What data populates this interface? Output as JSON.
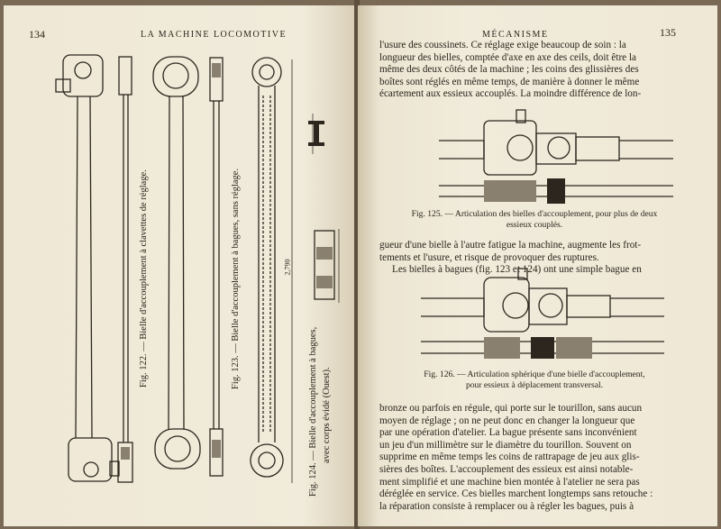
{
  "left_page": {
    "page_number": "134",
    "running_head": "LA MACHINE LOCOMOTIVE",
    "captions": {
      "fig122": "Fig. 122. — Bielle d'accouplement à clavettes de réglage.",
      "fig123": "Fig. 123. — Bielle d'accouplement à bagues, sans réglage.",
      "fig124_line1": "Fig. 124. — Bielle d'accouplement à bagues,",
      "fig124_line2": "avec corps évidé (Ouest)."
    },
    "dimension_label": "2,790"
  },
  "right_page": {
    "page_number": "135",
    "running_head": "MÉCANISME",
    "para1": [
      "l'usure des coussinets. Ce réglage exige beaucoup de soin : la",
      "longueur des bielles, comptée d'axe en axe des ceils, doit être la",
      "même des deux côtés de la machine ; les coins des glissières des",
      "boîtes sont réglés en même temps, de manière à donner le même",
      "écartement aux essieux accouplés. La moindre différence de lon-"
    ],
    "fig125_caption_line1": "Fig. 125. — Articulation des bielles d'accouplement, pour plus de deux",
    "fig125_caption_line2": "essieux couplés.",
    "para2": [
      "gueur d'une bielle à l'autre fatigue la machine, augmente les frot-",
      "tements et l'usure, et risque de provoquer des ruptures.",
      "Les bielles à bagues (fig. 123 et 124) ont une simple bague en"
    ],
    "fig126_caption_line1": "Fig. 126. — Articulation sphérique d'une bielle d'accouplement,",
    "fig126_caption_line2": "pour essieux à déplacement transversal.",
    "para3": [
      "bronze ou parfois en régule, qui porte sur le tourillon, sans aucun",
      "moyen de réglage ; on ne peut donc en changer la longueur que",
      "par une opération d'atelier. La bague présente sans inconvénient",
      "un jeu d'un millimètre sur le diamètre du tourillon. Souvent on",
      "supprime en même temps les coins de rattrapage de jeu aux glis-",
      "sières des boîtes. L'accouplement des essieux est ainsi notable-",
      "ment simplifié et une machine bien montée à l'atelier ne sera pas",
      "déréglée en service. Ces bielles marchent longtemps sans retouche :",
      "la réparation consiste à remplacer ou à régler les bagues, puis à"
    ]
  }
}
